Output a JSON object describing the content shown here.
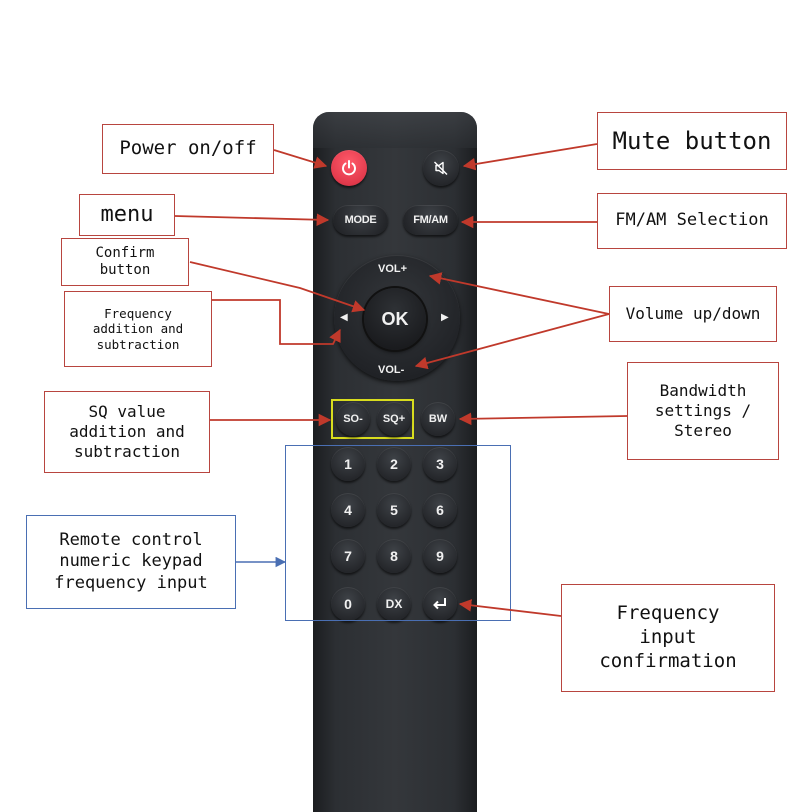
{
  "labels": {
    "power": "Power on/off",
    "mute": "Mute button",
    "menu": "menu",
    "fm_am": "FM/AM Selection",
    "confirm": "Confirm\nbutton",
    "frequency_add_sub": "Frequency\naddition and\nsubtraction",
    "volume": "Volume up/down",
    "sq_value": "SQ value\naddition and\nsubtraction",
    "bandwidth": "Bandwidth\nsettings /\nStereo",
    "keypad": "Remote control\nnumeric keypad\nfrequency input",
    "freq_confirm": "Frequency\ninput\nconfirmation"
  },
  "remote": {
    "power_icon": "power-symbol",
    "mute_icon": "speaker-muted",
    "mode": "MODE",
    "fm_am": "FM/AM",
    "vol_plus": "VOL+",
    "vol_minus": "VOL-",
    "ok": "OK",
    "left": "◀",
    "right": "▶",
    "sq_minus": "SO-",
    "sq_plus": "SQ+",
    "bw": "BW",
    "digits": [
      "1",
      "2",
      "3",
      "4",
      "5",
      "6",
      "7",
      "8",
      "9",
      "0"
    ],
    "dx": "DX",
    "enter_icon": "return-arrow"
  },
  "colors": {
    "callout_border": "#b8453f",
    "keypad_border": "#4a6fb3",
    "sq_highlight": "#d8dc1e",
    "arrow": "#c0392b",
    "power_button": "#e23a4c"
  }
}
